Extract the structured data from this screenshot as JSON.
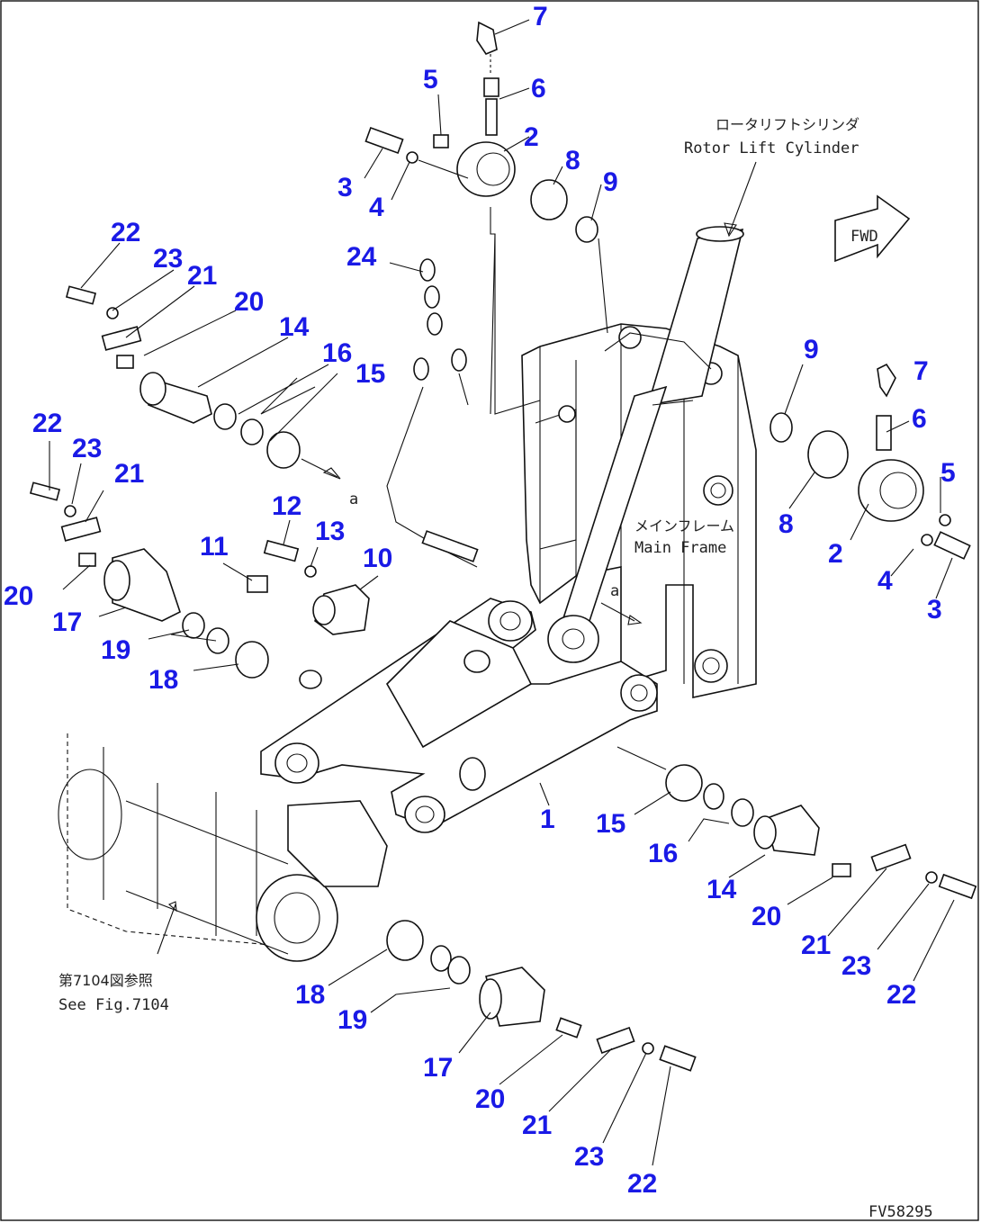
{
  "annotations": {
    "rotor_lift_cylinder_jp": "ロータリフトシリンダ",
    "rotor_lift_cylinder_en": "Rotor Lift Cylinder",
    "main_frame_jp": "メインフレーム",
    "main_frame_en": "Main Frame",
    "see_fig_jp": "第7104図参照",
    "see_fig_en": "See Fig.7104",
    "fwd": "FWD",
    "ref_a": "a",
    "figure_code": "FV58295"
  },
  "callouts": [
    "7",
    "6",
    "5",
    "2",
    "3",
    "4",
    "8",
    "9",
    "22",
    "23",
    "21",
    "20",
    "14",
    "16",
    "15",
    "24",
    "9",
    "7",
    "6",
    "5",
    "8",
    "2",
    "4",
    "3",
    "22",
    "23",
    "21",
    "20",
    "17",
    "19",
    "18",
    "12",
    "13",
    "11",
    "10",
    "1",
    "15",
    "16",
    "14",
    "20",
    "21",
    "23",
    "22",
    "18",
    "19",
    "17",
    "20",
    "21",
    "23",
    "22"
  ]
}
